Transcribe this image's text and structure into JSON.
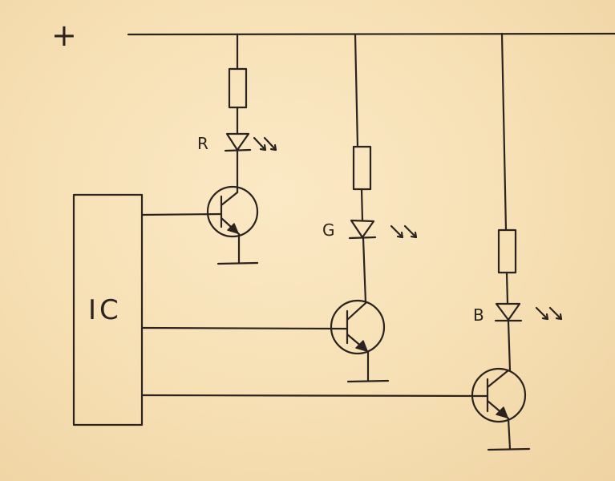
{
  "supply_label": "+",
  "ic_label": "IC",
  "channels": [
    {
      "label": "R"
    },
    {
      "label": "G"
    },
    {
      "label": "B"
    }
  ],
  "colors": {
    "paper": "#f7e2b8",
    "ink": "#2a2320"
  }
}
